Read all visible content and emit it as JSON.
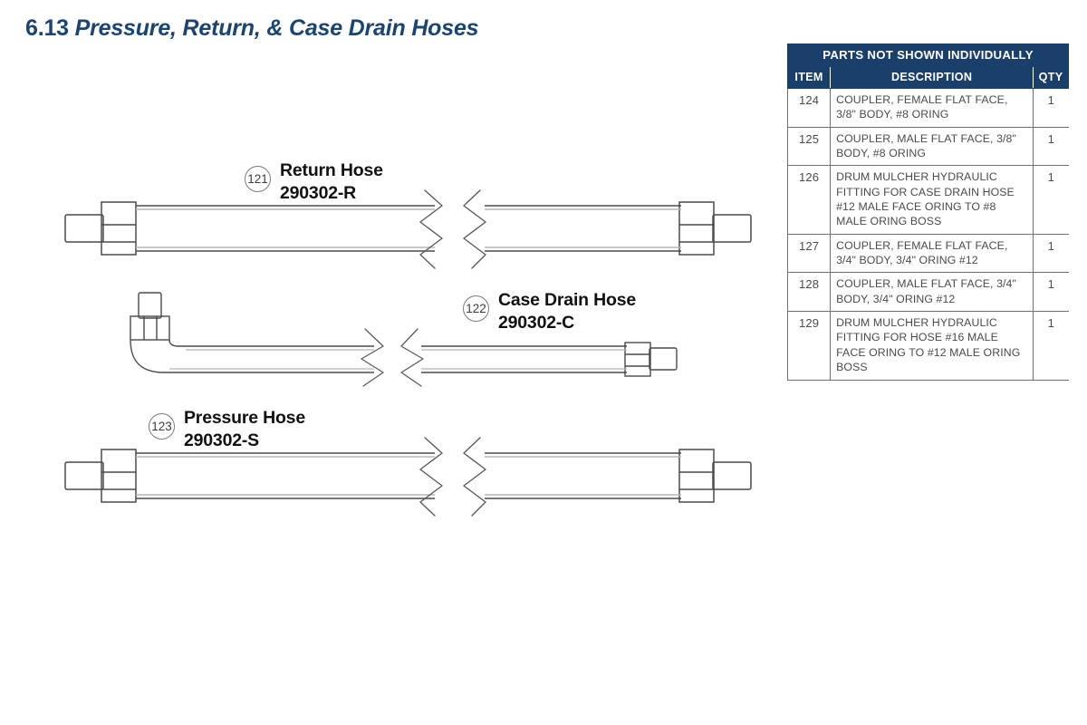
{
  "title": {
    "section": "6.13",
    "name": "Pressure, Return, & Case Drain Hoses"
  },
  "colors": {
    "title_navy": "#1b4470",
    "table_header_navy": "#1b3f6b",
    "table_border": "#6f6f6f",
    "drawing_line": "#4a4a4a",
    "drawing_line_light": "#b5b5b5",
    "callout_circle": "#7b7b7b"
  },
  "callouts": [
    {
      "number": "121",
      "name": "Return Hose",
      "part_number": "290302-R"
    },
    {
      "number": "122",
      "name": "Case Drain Hose",
      "part_number": "290302-C"
    },
    {
      "number": "123",
      "name": "Pressure Hose",
      "part_number": "290302-S"
    }
  ],
  "parts_table": {
    "title": "PARTS NOT SHOWN INDIVIDUALLY",
    "columns": [
      "ITEM",
      "DESCRIPTION",
      "QTY"
    ],
    "rows": [
      {
        "item": "124",
        "description": "COUPLER, FEMALE FLAT FACE, 3/8\" BODY, #8 ORING",
        "qty": "1"
      },
      {
        "item": "125",
        "description": "COUPLER, MALE FLAT FACE, 3/8\" BODY, #8 ORING",
        "qty": "1"
      },
      {
        "item": "126",
        "description": "DRUM MULCHER HYDRAULIC FITTING FOR CASE DRAIN HOSE #12 MALE FACE ORING TO #8 MALE ORING BOSS",
        "qty": "1"
      },
      {
        "item": "127",
        "description": "COUPLER, FEMALE FLAT FACE, 3/4\" BODY, 3/4\" ORING #12",
        "qty": "1"
      },
      {
        "item": "128",
        "description": "COUPLER, MALE FLAT FACE, 3/4\" BODY, 3/4\" ORING #12",
        "qty": "1"
      },
      {
        "item": "129",
        "description": "DRUM MULCHER HYDRAULIC FITTING FOR HOSE #16 MALE FACE ORING TO #12 MALE ORING BOSS",
        "qty": "1"
      }
    ]
  },
  "drawings": [
    {
      "id": "return-hose",
      "label": "Return Hose assembly drawing"
    },
    {
      "id": "case-drain-hose",
      "label": "Case Drain Hose assembly drawing"
    },
    {
      "id": "pressure-hose",
      "label": "Pressure Hose assembly drawing"
    }
  ]
}
